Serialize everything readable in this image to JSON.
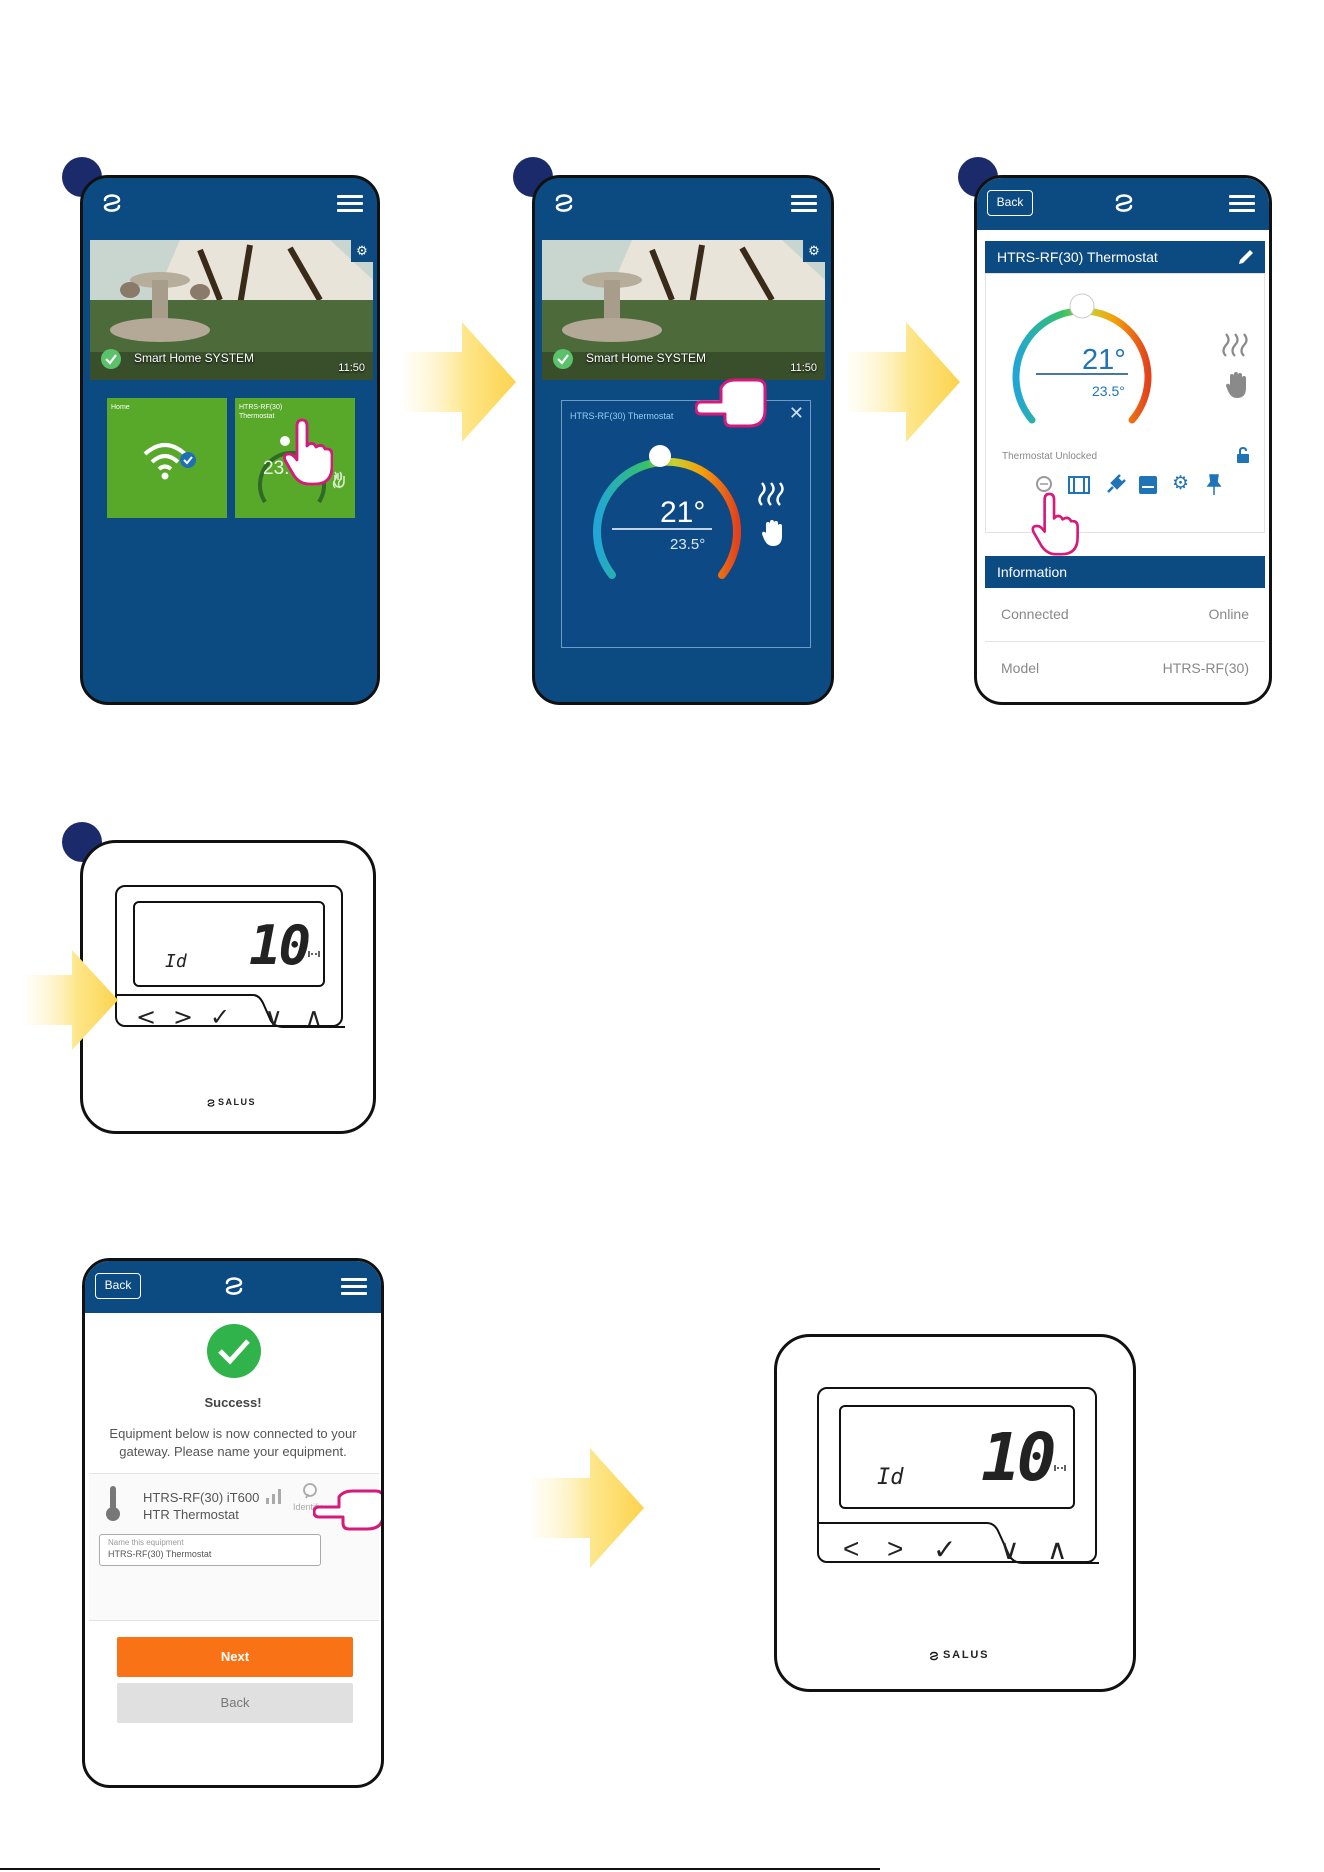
{
  "colors": {
    "navy": "#0c4a82",
    "tile_green": "#58a82a",
    "accent_orange": "#f97316",
    "pointer_magenta": "#d6197a",
    "success_green": "#2fb34a",
    "arrow_yellow": "#fcd34d"
  },
  "icons": [
    "salus-logo-icon",
    "hamburger-menu-icon",
    "gear-icon",
    "check-circle-icon",
    "wifi-icon",
    "hand-pointer-icon",
    "close-icon",
    "heat-waves-icon",
    "hand-manual-icon",
    "edit-pencil-icon",
    "lock-icon",
    "identify-icon",
    "battery-icon",
    "plug-icon",
    "schedule-icon",
    "pin-icon",
    "thermometer-icon",
    "signal-bars-icon",
    "arrow-right-icon"
  ],
  "screen1": {
    "photo_caption": "Smart Home SYSTEM",
    "photo_time": "11:50",
    "tile_home_label": "Home",
    "tile_thermo_label_1": "HTRS-RF(30)",
    "tile_thermo_label_2": "Thermostat",
    "tile_thermo_temp": "23.5"
  },
  "screen2": {
    "photo_caption": "Smart Home SYSTEM",
    "photo_time": "11:50",
    "card_title": "HTRS-RF(30) Thermostat",
    "setpoint": "21°",
    "current": "23.5°"
  },
  "screen3": {
    "back_label": "Back",
    "device_title": "HTRS-RF(30) Thermostat",
    "setpoint": "21°",
    "current": "23.5°",
    "lock_status": "Thermostat Unlocked",
    "info_header": "Information",
    "info_rows": [
      {
        "key": "Connected",
        "value": "Online"
      },
      {
        "key": "Model",
        "value": "HTRS-RF(30)"
      }
    ]
  },
  "thermostat_display": {
    "mode_text": "Id",
    "number": "10",
    "brand": "SALUS",
    "buttons": [
      "<",
      ">",
      "✓",
      "∨",
      "∧"
    ]
  },
  "screen5": {
    "back_label": "Back",
    "success_title": "Success!",
    "success_message_1": "Equipment below is now connected to your",
    "success_message_2": "gateway. Please name your equipment.",
    "device_line_1": "HTRS-RF(30) iT600",
    "device_line_2": "HTR Thermostat",
    "identify_label": "Identify",
    "name_field_label": "Name this equipment",
    "name_field_value": "HTRS-RF(30) Thermostat",
    "next_label": "Next",
    "back_button_label": "Back"
  }
}
